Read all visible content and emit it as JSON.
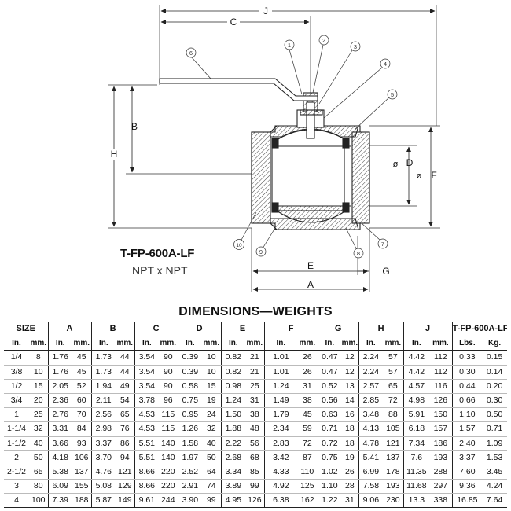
{
  "drawing": {
    "dims": [
      "J",
      "C",
      "B",
      "H",
      "D",
      "F",
      "E",
      "G",
      "A"
    ],
    "diameter_symbol": "ø",
    "callouts": [
      "1",
      "2",
      "3",
      "4",
      "5",
      "6",
      "7",
      "8",
      "9",
      "10"
    ]
  },
  "model": "T-FP-600A-LF",
  "connection": "NPT x NPT",
  "table_title": "DIMENSIONS—WEIGHTS",
  "table": {
    "groups": [
      "SIZE",
      "A",
      "B",
      "C",
      "D",
      "E",
      "F",
      "G",
      "H",
      "J",
      "T-FP-600A-LF"
    ],
    "units": [
      "In.",
      "mm.",
      "In.",
      "mm.",
      "In.",
      "mm.",
      "In.",
      "mm.",
      "In.",
      "mm.",
      "In.",
      "mm.",
      "In.",
      "mm.",
      "In.",
      "mm.",
      "In.",
      "mm.",
      "In.",
      "mm.",
      "Lbs.",
      "Kg."
    ],
    "rows": [
      [
        "1/4",
        "8",
        "1.76",
        "45",
        "1.73",
        "44",
        "3.54",
        "90",
        "0.39",
        "10",
        "0.82",
        "21",
        "1.01",
        "26",
        "0.47",
        "12",
        "2.24",
        "57",
        "4.42",
        "112",
        "0.33",
        "0.15"
      ],
      [
        "3/8",
        "10",
        "1.76",
        "45",
        "1.73",
        "44",
        "3.54",
        "90",
        "0.39",
        "10",
        "0.82",
        "21",
        "1.01",
        "26",
        "0.47",
        "12",
        "2.24",
        "57",
        "4.42",
        "112",
        "0.30",
        "0.14"
      ],
      [
        "1/2",
        "15",
        "2.05",
        "52",
        "1.94",
        "49",
        "3.54",
        "90",
        "0.58",
        "15",
        "0.98",
        "25",
        "1.24",
        "31",
        "0.52",
        "13",
        "2.57",
        "65",
        "4.57",
        "116",
        "0.44",
        "0.20"
      ],
      [
        "3/4",
        "20",
        "2.36",
        "60",
        "2.11",
        "54",
        "3.78",
        "96",
        "0.75",
        "19",
        "1.24",
        "31",
        "1.49",
        "38",
        "0.56",
        "14",
        "2.85",
        "72",
        "4.98",
        "126",
        "0.66",
        "0.30"
      ],
      [
        "1",
        "25",
        "2.76",
        "70",
        "2.56",
        "65",
        "4.53",
        "115",
        "0.95",
        "24",
        "1.50",
        "38",
        "1.79",
        "45",
        "0.63",
        "16",
        "3.48",
        "88",
        "5.91",
        "150",
        "1.10",
        "0.50"
      ],
      [
        "1-1/4",
        "32",
        "3.31",
        "84",
        "2.98",
        "76",
        "4.53",
        "115",
        "1.26",
        "32",
        "1.88",
        "48",
        "2.34",
        "59",
        "0.71",
        "18",
        "4.13",
        "105",
        "6.18",
        "157",
        "1.57",
        "0.71"
      ],
      [
        "1-1/2",
        "40",
        "3.66",
        "93",
        "3.37",
        "86",
        "5.51",
        "140",
        "1.58",
        "40",
        "2.22",
        "56",
        "2.83",
        "72",
        "0.72",
        "18",
        "4.78",
        "121",
        "7.34",
        "186",
        "2.40",
        "1.09"
      ],
      [
        "2",
        "50",
        "4.18",
        "106",
        "3.70",
        "94",
        "5.51",
        "140",
        "1.97",
        "50",
        "2.68",
        "68",
        "3.42",
        "87",
        "0.75",
        "19",
        "5.41",
        "137",
        "7.6",
        "193",
        "3.37",
        "1.53"
      ],
      [
        "2-1/2",
        "65",
        "5.38",
        "137",
        "4.76",
        "121",
        "8.66",
        "220",
        "2.52",
        "64",
        "3.34",
        "85",
        "4.33",
        "110",
        "1.02",
        "26",
        "6.99",
        "178",
        "11.35",
        "288",
        "7.60",
        "3.45"
      ],
      [
        "3",
        "80",
        "6.09",
        "155",
        "5.08",
        "129",
        "8.66",
        "220",
        "2.91",
        "74",
        "3.89",
        "99",
        "4.92",
        "125",
        "1.10",
        "28",
        "7.58",
        "193",
        "11.68",
        "297",
        "9.36",
        "4.24"
      ],
      [
        "4",
        "100",
        "7.39",
        "188",
        "5.87",
        "149",
        "9.61",
        "244",
        "3.90",
        "99",
        "4.95",
        "126",
        "6.38",
        "162",
        "1.22",
        "31",
        "9.06",
        "230",
        "13.3",
        "338",
        "16.85",
        "7.64"
      ]
    ]
  }
}
